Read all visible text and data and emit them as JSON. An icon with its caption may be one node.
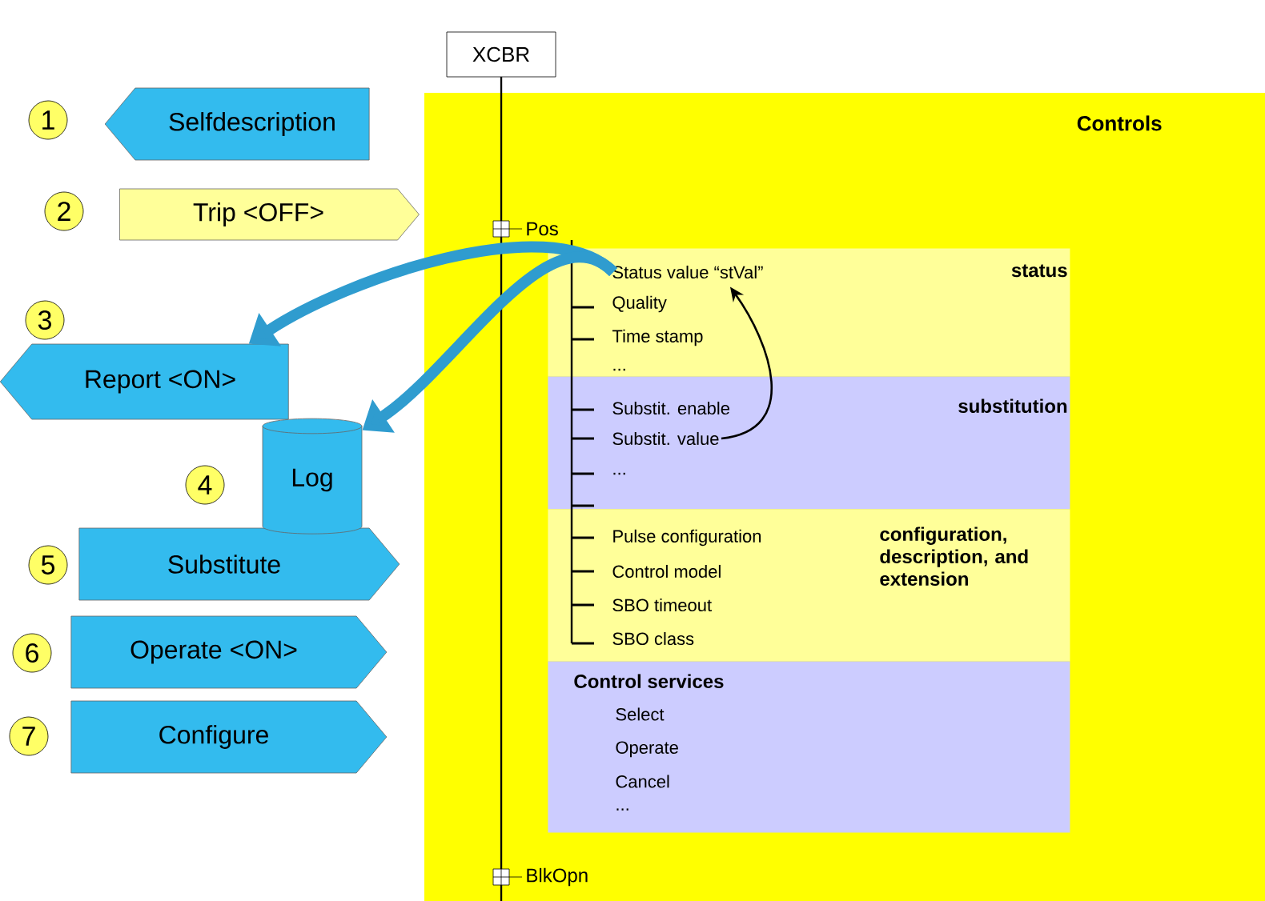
{
  "diagram": {
    "nodes": [
      {
        "text": [
          "XCBR"
        ]
      },
      {
        "text": [
          "Controls"
        ]
      },
      {
        "text": [
          "status"
        ],
        "in": 1
      },
      {
        "text": [
          "Status value “stVal”"
        ],
        "in": 2
      },
      {
        "text": [
          "Quality"
        ],
        "in": 2
      },
      {
        "text": [
          "Time stamp"
        ],
        "in": 2
      },
      {
        "text": [
          "..."
        ],
        "in": 2
      },
      {
        "text": [
          "substitution"
        ],
        "in": 1
      },
      {
        "text": [
          "Substit. enable"
        ],
        "in": 7
      },
      {
        "text": [
          "Substit. value"
        ],
        "in": 7
      },
      {
        "text": [
          "..."
        ],
        "in": 7
      },
      {
        "text": [
          "configuration, description, and extension"
        ],
        "in": 1
      },
      {
        "text": [
          "Pulse configuration"
        ],
        "in": 11
      },
      {
        "text": [
          "Control model"
        ],
        "in": 11
      },
      {
        "text": [
          "SBO timeout"
        ],
        "in": 11
      },
      {
        "text": [
          "SBO class"
        ],
        "in": 11
      },
      {
        "text": [
          "Control services",
          "Select",
          "Operate",
          "Cancel",
          "..."
        ],
        "in": 1
      },
      {
        "text": [
          "1"
        ]
      },
      {
        "text": [
          "Selfdescription"
        ]
      },
      {
        "text": [
          "2"
        ]
      },
      {
        "text": [
          "Trip <OFF>"
        ]
      },
      {
        "text": [
          "3"
        ]
      },
      {
        "text": [
          "Report <ON>"
        ]
      },
      {
        "text": [
          "4"
        ]
      },
      {
        "text": [
          "Log"
        ]
      },
      {
        "text": [
          "5"
        ]
      },
      {
        "text": [
          "Substitute"
        ]
      },
      {
        "text": [
          "6"
        ]
      },
      {
        "text": [
          "Operate <ON>"
        ]
      },
      {
        "text": [
          "7"
        ]
      },
      {
        "text": [
          "Configure"
        ]
      }
    ],
    "edges": [
      {
        "from": 9,
        "to": 3,
        "arrow": "to",
        "color": "#000000"
      },
      {
        "from": 3,
        "to": 22,
        "arrow": "to"
      },
      {
        "from": 3,
        "to": 24,
        "arrow": "to"
      }
    ],
    "labels": [
      "Pos",
      "BlkOpn"
    ]
  }
}
